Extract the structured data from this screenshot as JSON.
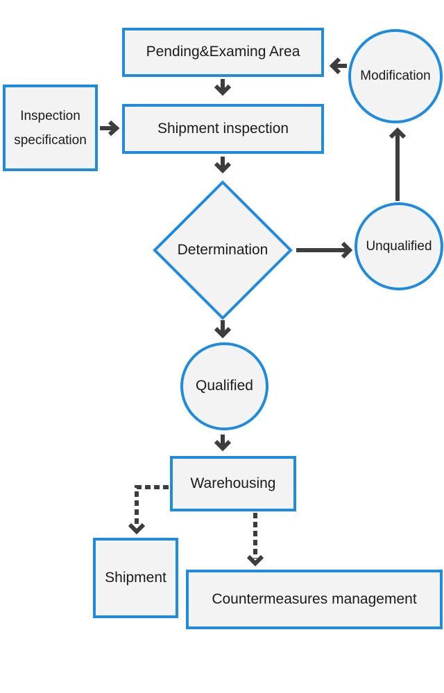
{
  "diagram": {
    "nodes": {
      "pending_area": "Pending&Examing Area",
      "inspection_spec_line1": "Inspection",
      "inspection_spec_line2": "specification",
      "shipment_inspection": "Shipment inspection",
      "determination": "Determination",
      "qualified": "Qualified",
      "unqualified": "Unqualified",
      "modification": "Modification",
      "warehousing": "Warehousing",
      "shipment": "Shipment",
      "countermeasures": "Countermeasures management"
    },
    "colors": {
      "node_border": "#1f8be0",
      "node_fill": "#f3f3f3",
      "arrow": "#3d3d3d",
      "text": "#1a1a1a"
    }
  }
}
